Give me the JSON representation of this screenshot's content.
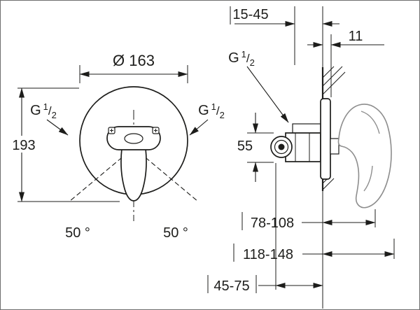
{
  "colors": {
    "ink": "#1d1d1b",
    "object_gray": "#8d8d8d",
    "background": "#ffffff",
    "frame": "#6e6e6e"
  },
  "front_view": {
    "diameter": "Ø 163",
    "height": "193",
    "thread_left": {
      "prefix": "G",
      "numerator": "1",
      "slash": "/",
      "denominator": "2"
    },
    "thread_right": {
      "prefix": "G",
      "numerator": "1",
      "slash": "/",
      "denominator": "2"
    },
    "angle_left": "50 °",
    "angle_right": "50 °"
  },
  "side_view": {
    "mounting_depth": "15-45",
    "plate_thickness": "11",
    "thread_top": {
      "prefix": "G",
      "numerator": "1",
      "slash": "/",
      "denominator": "2"
    },
    "valve_height": "55",
    "projection": "78-108",
    "projection_total": "118-148",
    "inlet_depth": "45-75"
  }
}
